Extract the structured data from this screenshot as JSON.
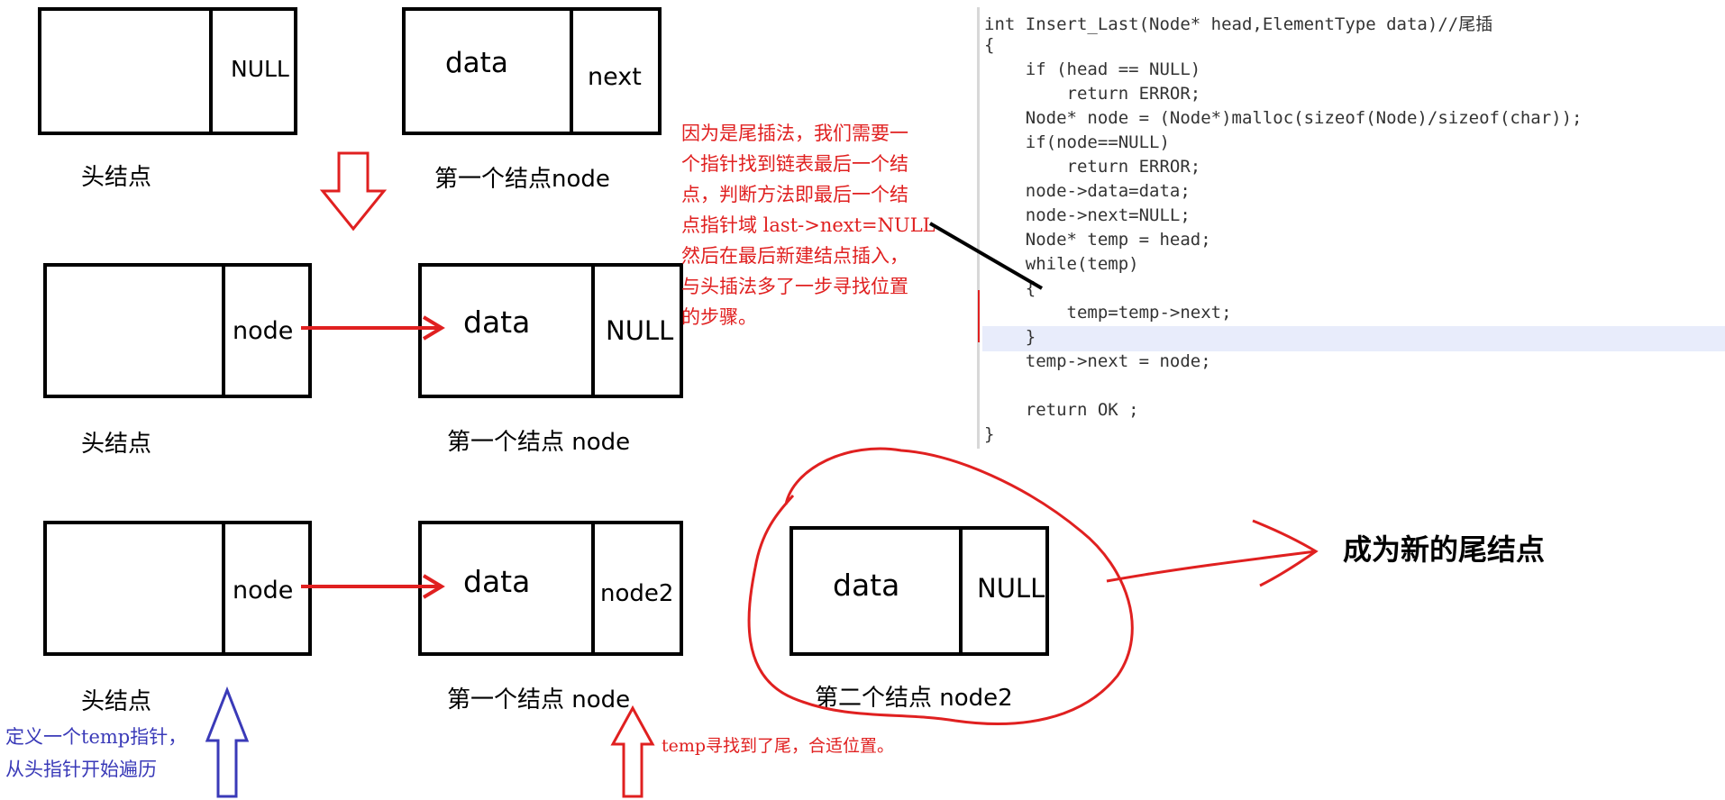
{
  "row1": {
    "head_next": "NULL",
    "first_data": "data",
    "first_next": "next",
    "head_label": "头结点",
    "first_label": "第一个结点node"
  },
  "row2": {
    "head_next": "node",
    "first_data": "data",
    "first_next": "NULL",
    "head_label": "头结点",
    "first_label": "第一个结点 node"
  },
  "row3": {
    "head_next": "node",
    "first_data": "data",
    "first_next": "node2",
    "head_label": "头结点",
    "first_label": "第一个结点 node",
    "second_data": "data",
    "second_next": "NULL",
    "second_label": "第二个结点 node2"
  },
  "annotations": {
    "explanation": [
      "因为是尾插法，我们需要一",
      "个指针找到链表最后一个结",
      "点，判断方法即最后一个结",
      "点指针域 last->next=NULL",
      "然后在最后新建结点插入，",
      "与头插法多了一步寻找位置",
      "的步骤。"
    ],
    "temp_define": [
      "定义一个temp指针，",
      "从头指针开始遍历"
    ],
    "temp_found": "temp寻找到了尾，合适位置。",
    "new_tail": "成为新的尾结点"
  },
  "code": [
    "int Insert_Last(Node* head,ElementType data)//尾插",
    "{",
    "    if (head == NULL)",
    "        return ERROR;",
    "    Node* node = (Node*)malloc(sizeof(Node)/sizeof(char));",
    "    if(node==NULL)",
    "        return ERROR;",
    "    node->data=data;",
    "    node->next=NULL;",
    "    Node* temp = head;",
    "    while(temp)",
    "    {",
    "        temp=temp->next;",
    "    }",
    "    temp->next = node;",
    "",
    "    return OK ;",
    "}"
  ],
  "colors": {
    "arrow_red": "#e02020",
    "arrow_blue": "#3a3ab8",
    "keyword": "#1f3ad2",
    "comment": "#1a9a1a"
  }
}
